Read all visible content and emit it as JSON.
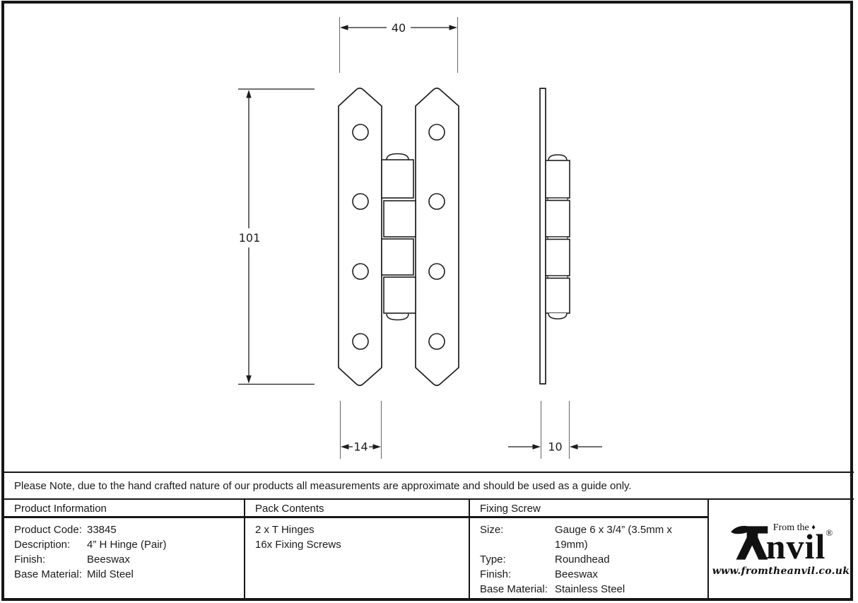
{
  "drawing": {
    "dim_overall_width": "40",
    "dim_overall_height": "101",
    "dim_plate_width": "14",
    "dim_knuckle_diameter": "10"
  },
  "note": "Please Note, due to the hand crafted nature of our products all measurements are approximate and should be used as a guide only.",
  "table": {
    "columns": [
      {
        "header": "Product Information",
        "rows": [
          {
            "label": "Product Code:",
            "value": "33845"
          },
          {
            "label": "Description:",
            "value": "4” H Hinge (Pair)"
          },
          {
            "label": "Finish:",
            "value": "Beeswax"
          },
          {
            "label": "Base Material:",
            "value": "Mild Steel"
          }
        ]
      },
      {
        "header": "Pack Contents",
        "lines": [
          "2 x T Hinges",
          "16x Fixing Screws"
        ]
      },
      {
        "header": "Fixing Screw",
        "rows": [
          {
            "label": "Size:",
            "value": "Gauge 6 x 3/4” (3.5mm x 19mm)"
          },
          {
            "label": "Type:",
            "value": "Roundhead"
          },
          {
            "label": "Finish:",
            "value": "Beeswax"
          },
          {
            "label": "Base Material:",
            "value": "Stainless Steel"
          }
        ]
      }
    ]
  },
  "logo": {
    "from_the": "From the",
    "diamond": "♦",
    "wordmark": "nvil",
    "registered": "®",
    "url": "www.fromtheanvil.co.uk"
  },
  "colors": {
    "line": "#1d1d1d",
    "extension_line": "#6e6e6e",
    "background": "#ffffff"
  }
}
